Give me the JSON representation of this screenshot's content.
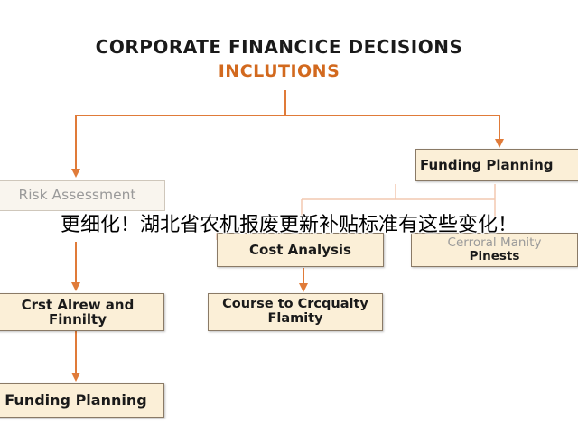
{
  "title": "CORPORATE FINANCICE DECISIONS",
  "subtitle": "INCLUTIONS",
  "overlay_caption": "更细化！湖北省农机报废更新补贴标准有这些变化！",
  "colors": {
    "connector": "#e07b39",
    "connector_faded": "#f2c9b0",
    "subtitle": "#d2691e",
    "box_fill": "#fbefd7",
    "box_border": "#8a7a66",
    "text": "#1a1a1a"
  },
  "boxes": {
    "funding_planning_right": {
      "label": "Funding Planning"
    },
    "risk_assessment": {
      "label": "Risk Assessment"
    },
    "cost_analysis": {
      "label": "Cost Analysis"
    },
    "cerroral_manity": {
      "line1": "Cerroral Manity",
      "line2": "Pinests"
    },
    "crst_alrew": {
      "line1": "Crst Alrew and",
      "line2": "Finnilty"
    },
    "course_to": {
      "line1": "Course to Crcqualty",
      "line2": "Flamity"
    },
    "funding_planning_left": {
      "label": "Funding Planning"
    }
  }
}
